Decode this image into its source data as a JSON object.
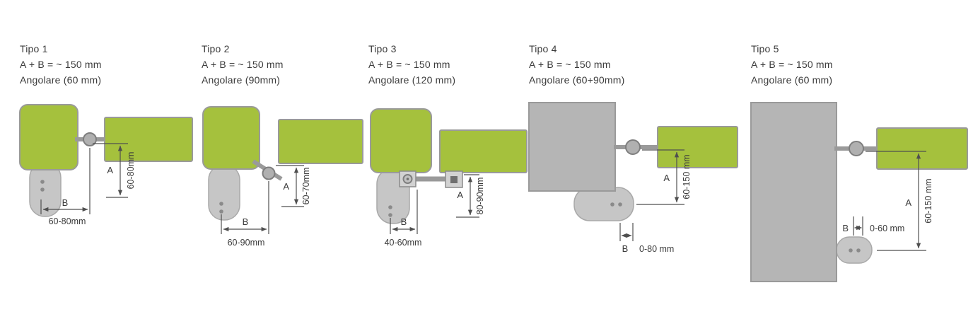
{
  "page": {
    "background": "#ffffff"
  },
  "colors": {
    "page_bg": "#ffffff",
    "green": "#a5c13d",
    "shape_border": "#9a9a9a",
    "operator_gray": "#c6c6c6",
    "operator_border": "#a9a9a9",
    "wall_gray": "#b5b5b5",
    "hinge_gray": "#b0b0b0",
    "hinge_border": "#7e7e7e",
    "dot_gray": "#8a8a8a",
    "dim_line": "#4f4f4f",
    "text": "#3b3b3b"
  },
  "types": [
    {
      "title": "Tipo 1",
      "formula": "A + B = ~ 150 mm",
      "angolare": "Angolare (60 mm)",
      "a_label": "A",
      "b_label": "B",
      "a_range": "60-80mm",
      "b_range": "60-80mm"
    },
    {
      "title": "Tipo 2",
      "formula": "A + B = ~ 150 mm",
      "angolare": "Angolare (90mm)",
      "a_label": "A",
      "b_label": "B",
      "a_range": "60-70mm",
      "b_range": "60-90mm"
    },
    {
      "title": "Tipo 3",
      "formula": "A + B = ~ 150 mm",
      "angolare": "Angolare (120 mm)",
      "a_label": "A",
      "b_label": "B",
      "a_range": "80-90mm",
      "b_range": "40-60mm"
    },
    {
      "title": "Tipo 4",
      "formula": "A + B = ~ 150 mm",
      "angolare": "Angolare (60+90mm)",
      "a_label": "A",
      "b_label": "B",
      "a_range": "60-150 mm",
      "b_range": "0-80 mm"
    },
    {
      "title": "Tipo 5",
      "formula": "A + B = ~ 150 mm",
      "angolare": "Angolare (60 mm)",
      "a_label": "A",
      "b_label": "B",
      "a_range": "60-150 mm",
      "b_range": "0-60 mm"
    }
  ]
}
